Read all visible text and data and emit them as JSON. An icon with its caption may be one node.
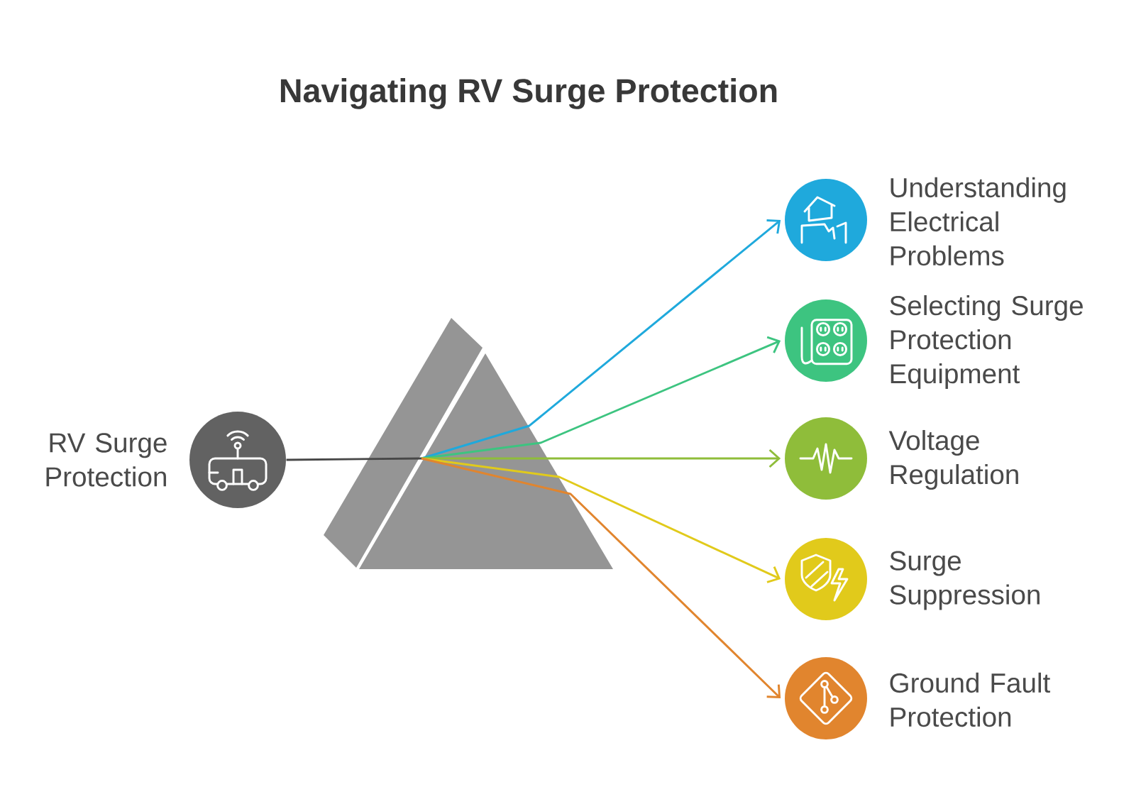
{
  "diagram": {
    "title": "Navigating RV Surge Protection",
    "nodes": [
      {
        "text": [
          "RV Surge Protection"
        ]
      },
      {
        "text": [],
        "shape": "prism"
      },
      {
        "text": [
          "Understanding Electrical Problems"
        ]
      },
      {
        "text": [
          "Selecting Surge Protection Equipment"
        ]
      },
      {
        "text": [
          "Voltage Regulation"
        ]
      },
      {
        "text": [
          "Surge Suppression"
        ]
      },
      {
        "text": [
          "Ground Fault Protection"
        ]
      }
    ],
    "edges": [
      {
        "from": 0,
        "to": 1,
        "arrow": "none",
        "color": "#474747"
      },
      {
        "from": 1,
        "to": 2,
        "arrow": "to",
        "color": "#1fa9dc"
      },
      {
        "from": 1,
        "to": 3,
        "arrow": "to",
        "color": "#3dc480"
      },
      {
        "from": 1,
        "to": 4,
        "arrow": "to",
        "color": "#8fbd3a"
      },
      {
        "from": 1,
        "to": 5,
        "arrow": "to",
        "color": "#e1ca1b"
      },
      {
        "from": 1,
        "to": 6,
        "arrow": "to",
        "color": "#e1852e"
      }
    ]
  }
}
